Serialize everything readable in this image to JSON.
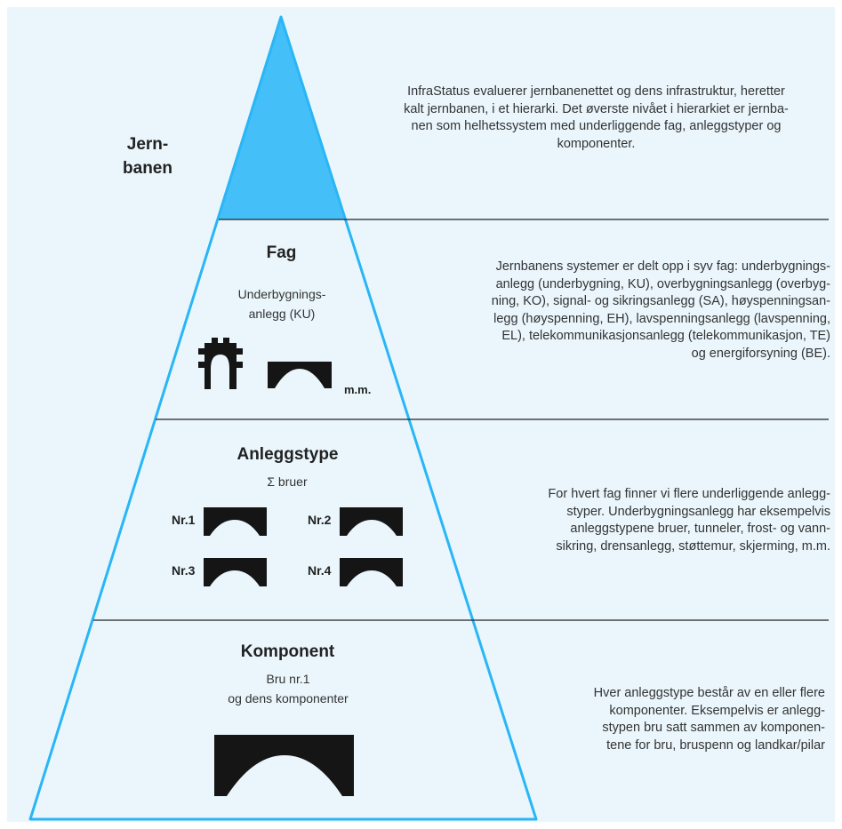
{
  "levels": {
    "top": {
      "title": "Jern-\nbanen"
    },
    "fag": {
      "title": "Fag",
      "subtitle": "Underbygnings-\nanlegg (KU)",
      "more": "m.m."
    },
    "anleggstype": {
      "title": "Anleggstype",
      "subtitle": "Σ bruer",
      "items": [
        "Nr.1",
        "Nr.2",
        "Nr.3",
        "Nr.4"
      ]
    },
    "komponent": {
      "title": "Komponent",
      "subtitle": "Bru nr.1\nog dens komponenter"
    }
  },
  "descriptions": {
    "top": "InfraStatus evaluerer jernbanenettet og dens infrastruktur, heretter\nkalt jernbanen, i et hierarki. Det øverste nivået i hierarkiet er jernba-\nnen som helhetssystem med underliggende fag, anleggstyper og\nkomponenter.",
    "fag": "Jernbanens systemer er delt opp i syv fag: underbygnings-\nanlegg (underbygning, KU), overbygningsanlegg (overbyg-\nning, KO), signal- og sikringsanlegg (SA), høyspenningsan-\nlegg (høyspenning, EH), lavspenningsanlegg (lavspenning,\nEL), telekommunikasjonsanlegg (telekommunikasjon, TE)\nog energiforsyning (BE).",
    "anleggstype": "For hvert fag finner vi flere underliggende anlegg-\nstyper. Underbygningsanlegg har eksempelvis\nanleggstypene bruer, tunneler, frost- og vann-\nsikring, drensanlegg, støttemur, skjerming, m.m.",
    "komponent": "Hver anleggstype består av en eller flere\nkomponenter. Eksempelvis er anlegg-\nstypen bru satt sammen av komponen-\ntene for bru, bruspenn og landkar/pilar"
  },
  "colors": {
    "background": "#eaf6fc",
    "pyramid_outline": "#29b6f6",
    "apex_fill": "#44bff8",
    "divider": "#222222",
    "icon_fill": "#151515"
  },
  "icons": [
    "tunnel-portal-icon",
    "bridge-arch-icon"
  ]
}
